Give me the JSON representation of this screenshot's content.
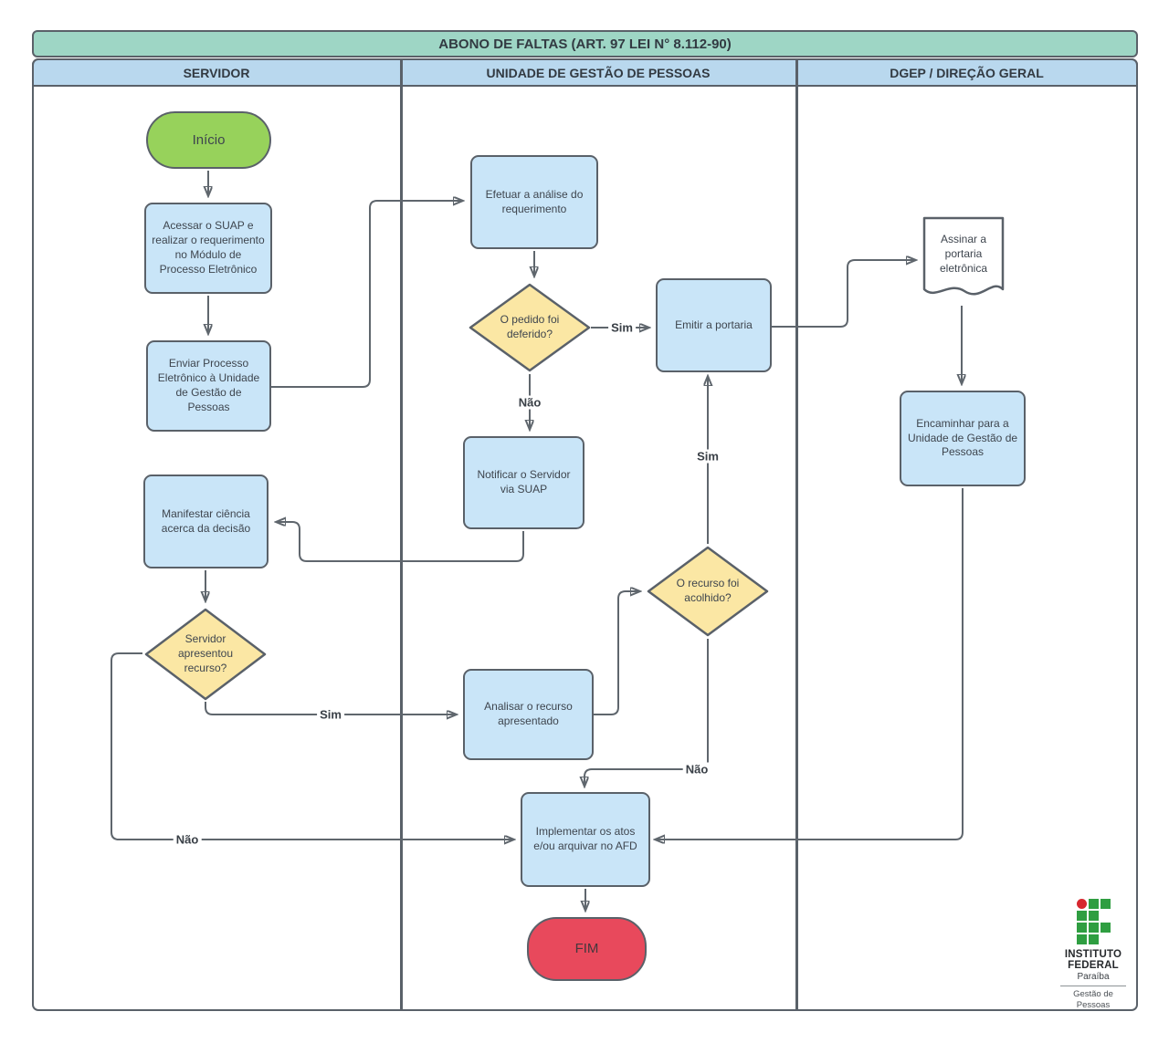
{
  "title": "ABONO DE FALTAS (ART. 97 LEI N° 8.112-90)",
  "lanes": {
    "servidor": "SERVIDOR",
    "gestao_pessoas": "UNIDADE DE GESTÃO DE PESSOAS",
    "dgep": "DGEP / DIREÇÃO GERAL"
  },
  "nodes": {
    "inicio": {
      "type": "start",
      "label": "Início"
    },
    "acessar": {
      "type": "process",
      "label": "Acessar o SUAP e realizar o requerimento no Módulo de Processo Eletrônico"
    },
    "enviar": {
      "type": "process",
      "label": "Enviar Processo Eletrônico à Unidade de Gestão de Pessoas"
    },
    "manifestar": {
      "type": "process",
      "label": "Manifestar ciência acerca da decisão"
    },
    "servidor_recurso": {
      "type": "decision",
      "label": "Servidor apresentou recurso?"
    },
    "efetuar": {
      "type": "process",
      "label": "Efetuar a análise do requerimento"
    },
    "pedido_deferido": {
      "type": "decision",
      "label": "O pedido foi deferido?"
    },
    "notificar": {
      "type": "process",
      "label": "Notificar o Servidor via SUAP"
    },
    "emitir": {
      "type": "process",
      "label": "Emitir a portaria"
    },
    "analisar": {
      "type": "process",
      "label": "Analisar o recurso apresentado"
    },
    "recurso_acolhido": {
      "type": "decision",
      "label": "O recurso foi acolhido?"
    },
    "implementar": {
      "type": "process",
      "label": "Implementar os atos e/ou arquivar no AFD"
    },
    "fim": {
      "type": "end",
      "label": "FIM"
    },
    "assinar": {
      "type": "document",
      "label": "Assinar a portaria eletrônica"
    },
    "encaminhar": {
      "type": "process",
      "label": "Encaminhar para a Unidade de Gestão de Pessoas"
    }
  },
  "edge_labels": {
    "pedido_sim": "Sim",
    "pedido_nao": "Não",
    "servidor_sim": "Sim",
    "servidor_nao": "Não",
    "recurso_sim": "Sim",
    "recurso_nao": "Não"
  },
  "logo": {
    "org_line1": "INSTITUTO",
    "org_line2": "FEDERAL",
    "region": "Paraíba",
    "dept_line1": "Gestão de",
    "dept_line2": "Pessoas"
  },
  "colors": {
    "title_bg": "#9ed6c5",
    "lane_header_bg": "#b9d8ee",
    "process_fill": "#c9e5f8",
    "decision_fill": "#fbe7a4",
    "start_fill": "#97d25b",
    "end_fill": "#e8495c",
    "shape_border": "#5a6169",
    "connector": "#5f666d",
    "logo_green": "#2f9e41",
    "logo_red": "#d7282f"
  }
}
